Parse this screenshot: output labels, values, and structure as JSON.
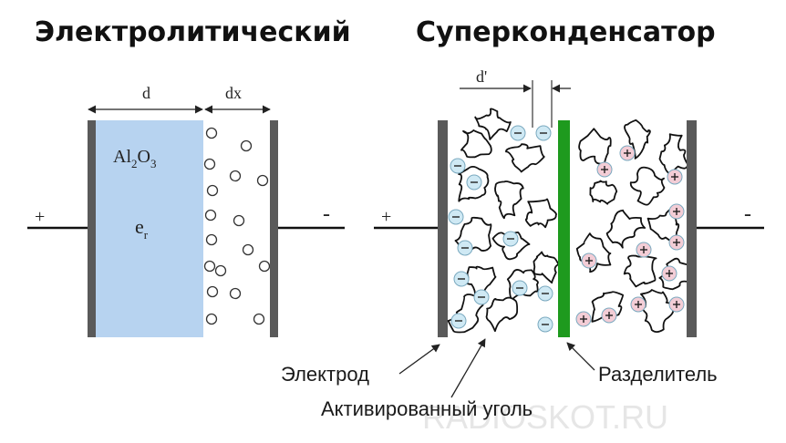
{
  "titles": {
    "left": "Электролитический",
    "right": "Суперконденсатор"
  },
  "electrolytic": {
    "dim_d": "d",
    "dim_dx": "dx",
    "oxide_main": "Al",
    "oxide_sub1": "2",
    "oxide_mid": "O",
    "oxide_sub2": "3",
    "permittivity_main": "e",
    "permittivity_sub": "r",
    "plus": "+",
    "minus": "-"
  },
  "supercap": {
    "dim_d_prime": "d'",
    "plus": "+",
    "minus": "-",
    "label_electrode": "Электрод",
    "label_separator": "Разделитель",
    "label_carbon": "Активированный уголь"
  },
  "watermark": "RADIOSKOT.RU",
  "colors": {
    "dielectric": "#b7d3f0",
    "plate": "#5a5a5a",
    "separator": "#1e9a1e",
    "anion_fill": "#cfe9f4",
    "cation_fill": "#f3cdd6"
  }
}
